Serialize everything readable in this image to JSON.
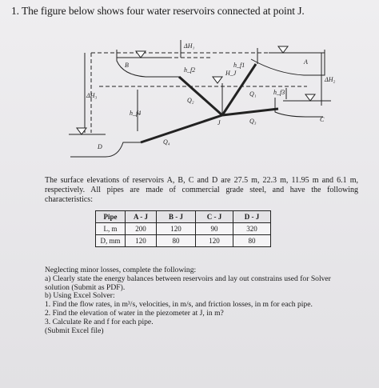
{
  "question": {
    "title": "1.  The figure below shows four water reservoirs connected at point J."
  },
  "figure": {
    "labels": {
      "A": "A",
      "B": "B",
      "C": "C",
      "D": "D",
      "J": "J",
      "dH1": "ΔH₁",
      "dH2": "ΔH₂",
      "dH3": "ΔH₃",
      "hf1": "h_f1",
      "hf2": "h_f2",
      "hf3": "h_f3",
      "hf4": "h_f4",
      "HJ": "H_J",
      "Q1": "Q₁",
      "Q2": "Q₂",
      "Q3": "Q₃",
      "Q4": "Q₄"
    }
  },
  "paragraph": "The surface elevations of reservoirs A, B, C and D are 27.5 m, 22.3 m, 11.95 m and 6.1 m, respectively. All pipes are made of commercial grade steel, and have the following characteristics:",
  "table": {
    "headers": [
      "Pipe",
      "A - J",
      "B - J",
      "C - J",
      "D - J"
    ],
    "rows": [
      [
        "L, m",
        "200",
        "120",
        "90",
        "320"
      ],
      [
        "D, mm",
        "120",
        "80",
        "120",
        "80"
      ]
    ]
  },
  "tasks": [
    "Neglecting minor losses, complete the following:",
    "a) Clearly state the energy balances between reservoirs and lay out constrains used for Solver",
    "solution (Submit as PDF).",
    "b) Using Excel Solver:",
    "1.  Find the flow rates, in m³/s, velocities, in m/s, and friction losses, in m for each pipe.",
    "2.  Find the elevation of water in the piezometer at J, in m?",
    "3.  Calculate Re and f for each pipe.",
    "(Submit Excel file)"
  ]
}
